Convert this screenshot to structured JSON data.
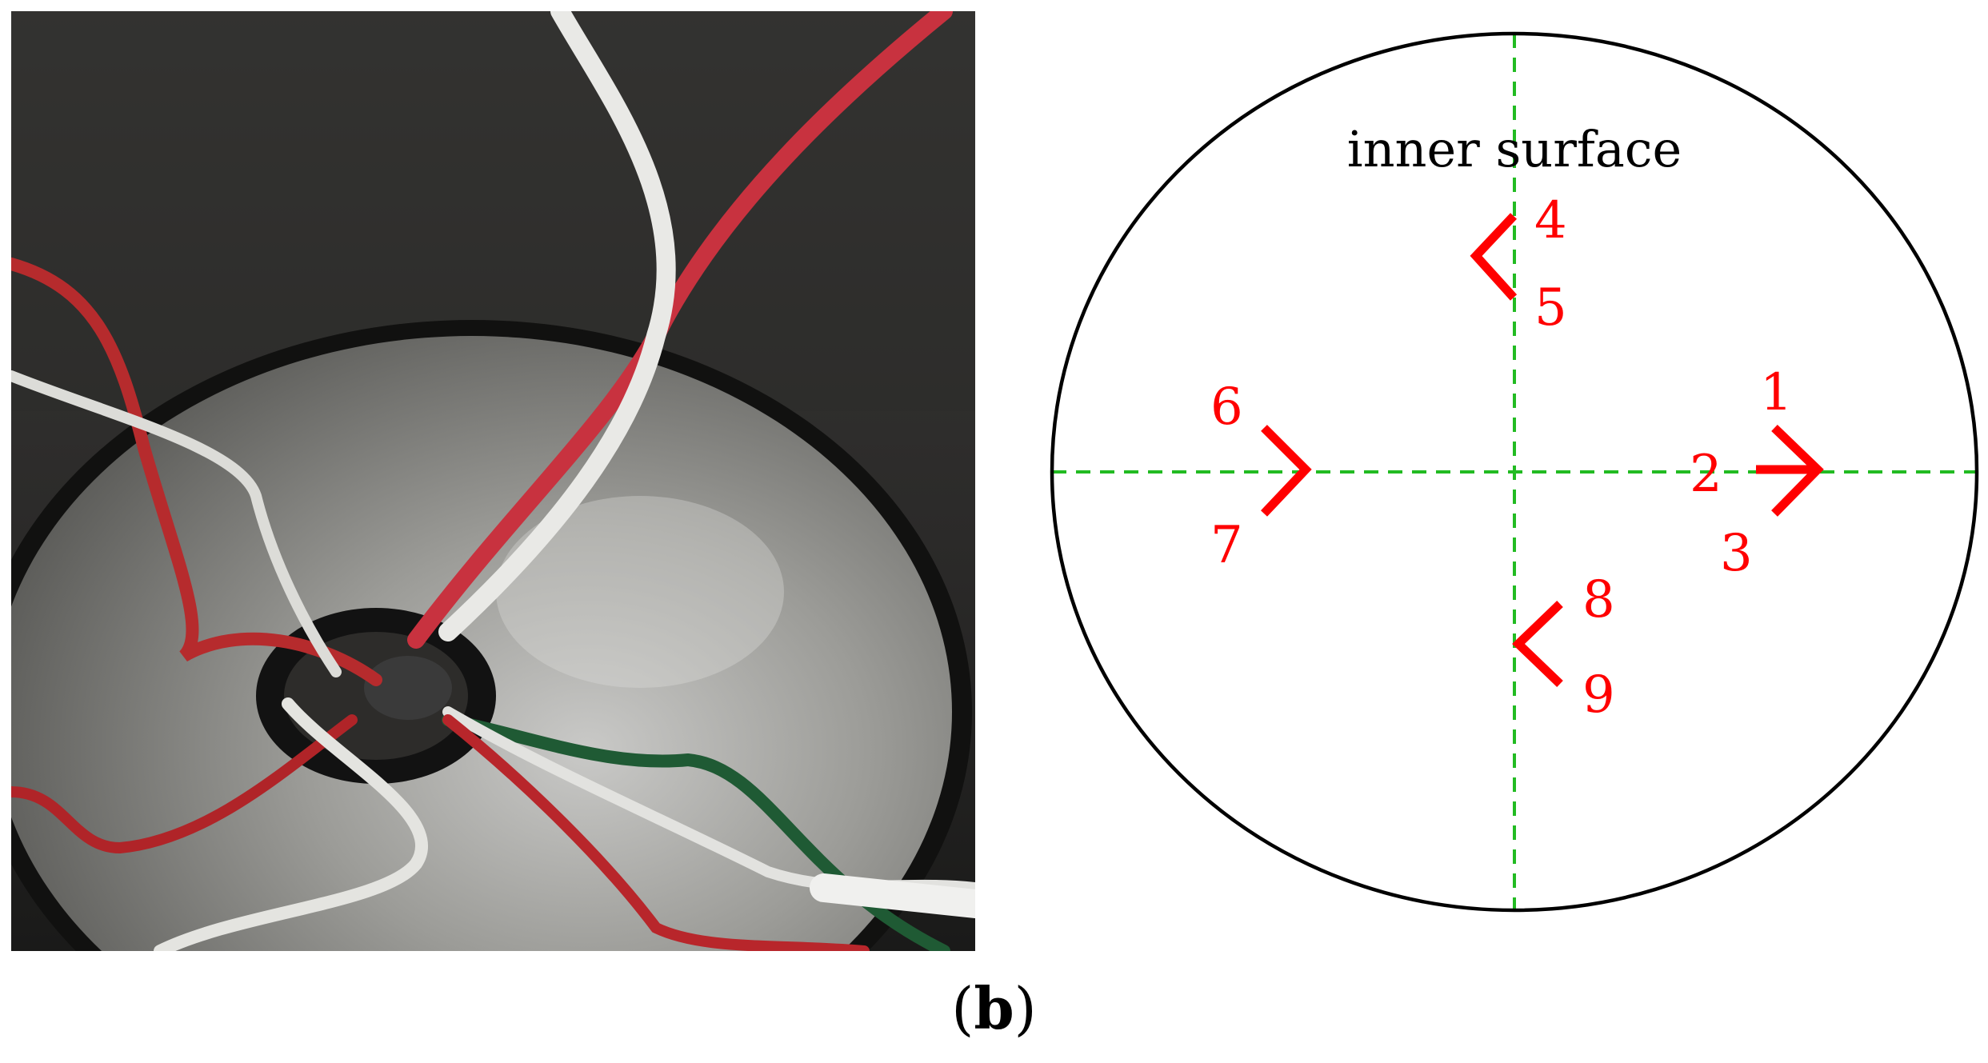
{
  "photo": {
    "description_icon": "photo-of-pipe-with-wires"
  },
  "diagram": {
    "title": "inner surface",
    "labels": [
      "1",
      "2",
      "3",
      "4",
      "5",
      "6",
      "7",
      "8",
      "9"
    ],
    "colors": {
      "circle": "#000000",
      "axes": "#22bb22",
      "markers": "#ff0000",
      "labels": "#ff0000"
    }
  },
  "caption": {
    "open": "(",
    "letter": "b",
    "close": ")"
  }
}
